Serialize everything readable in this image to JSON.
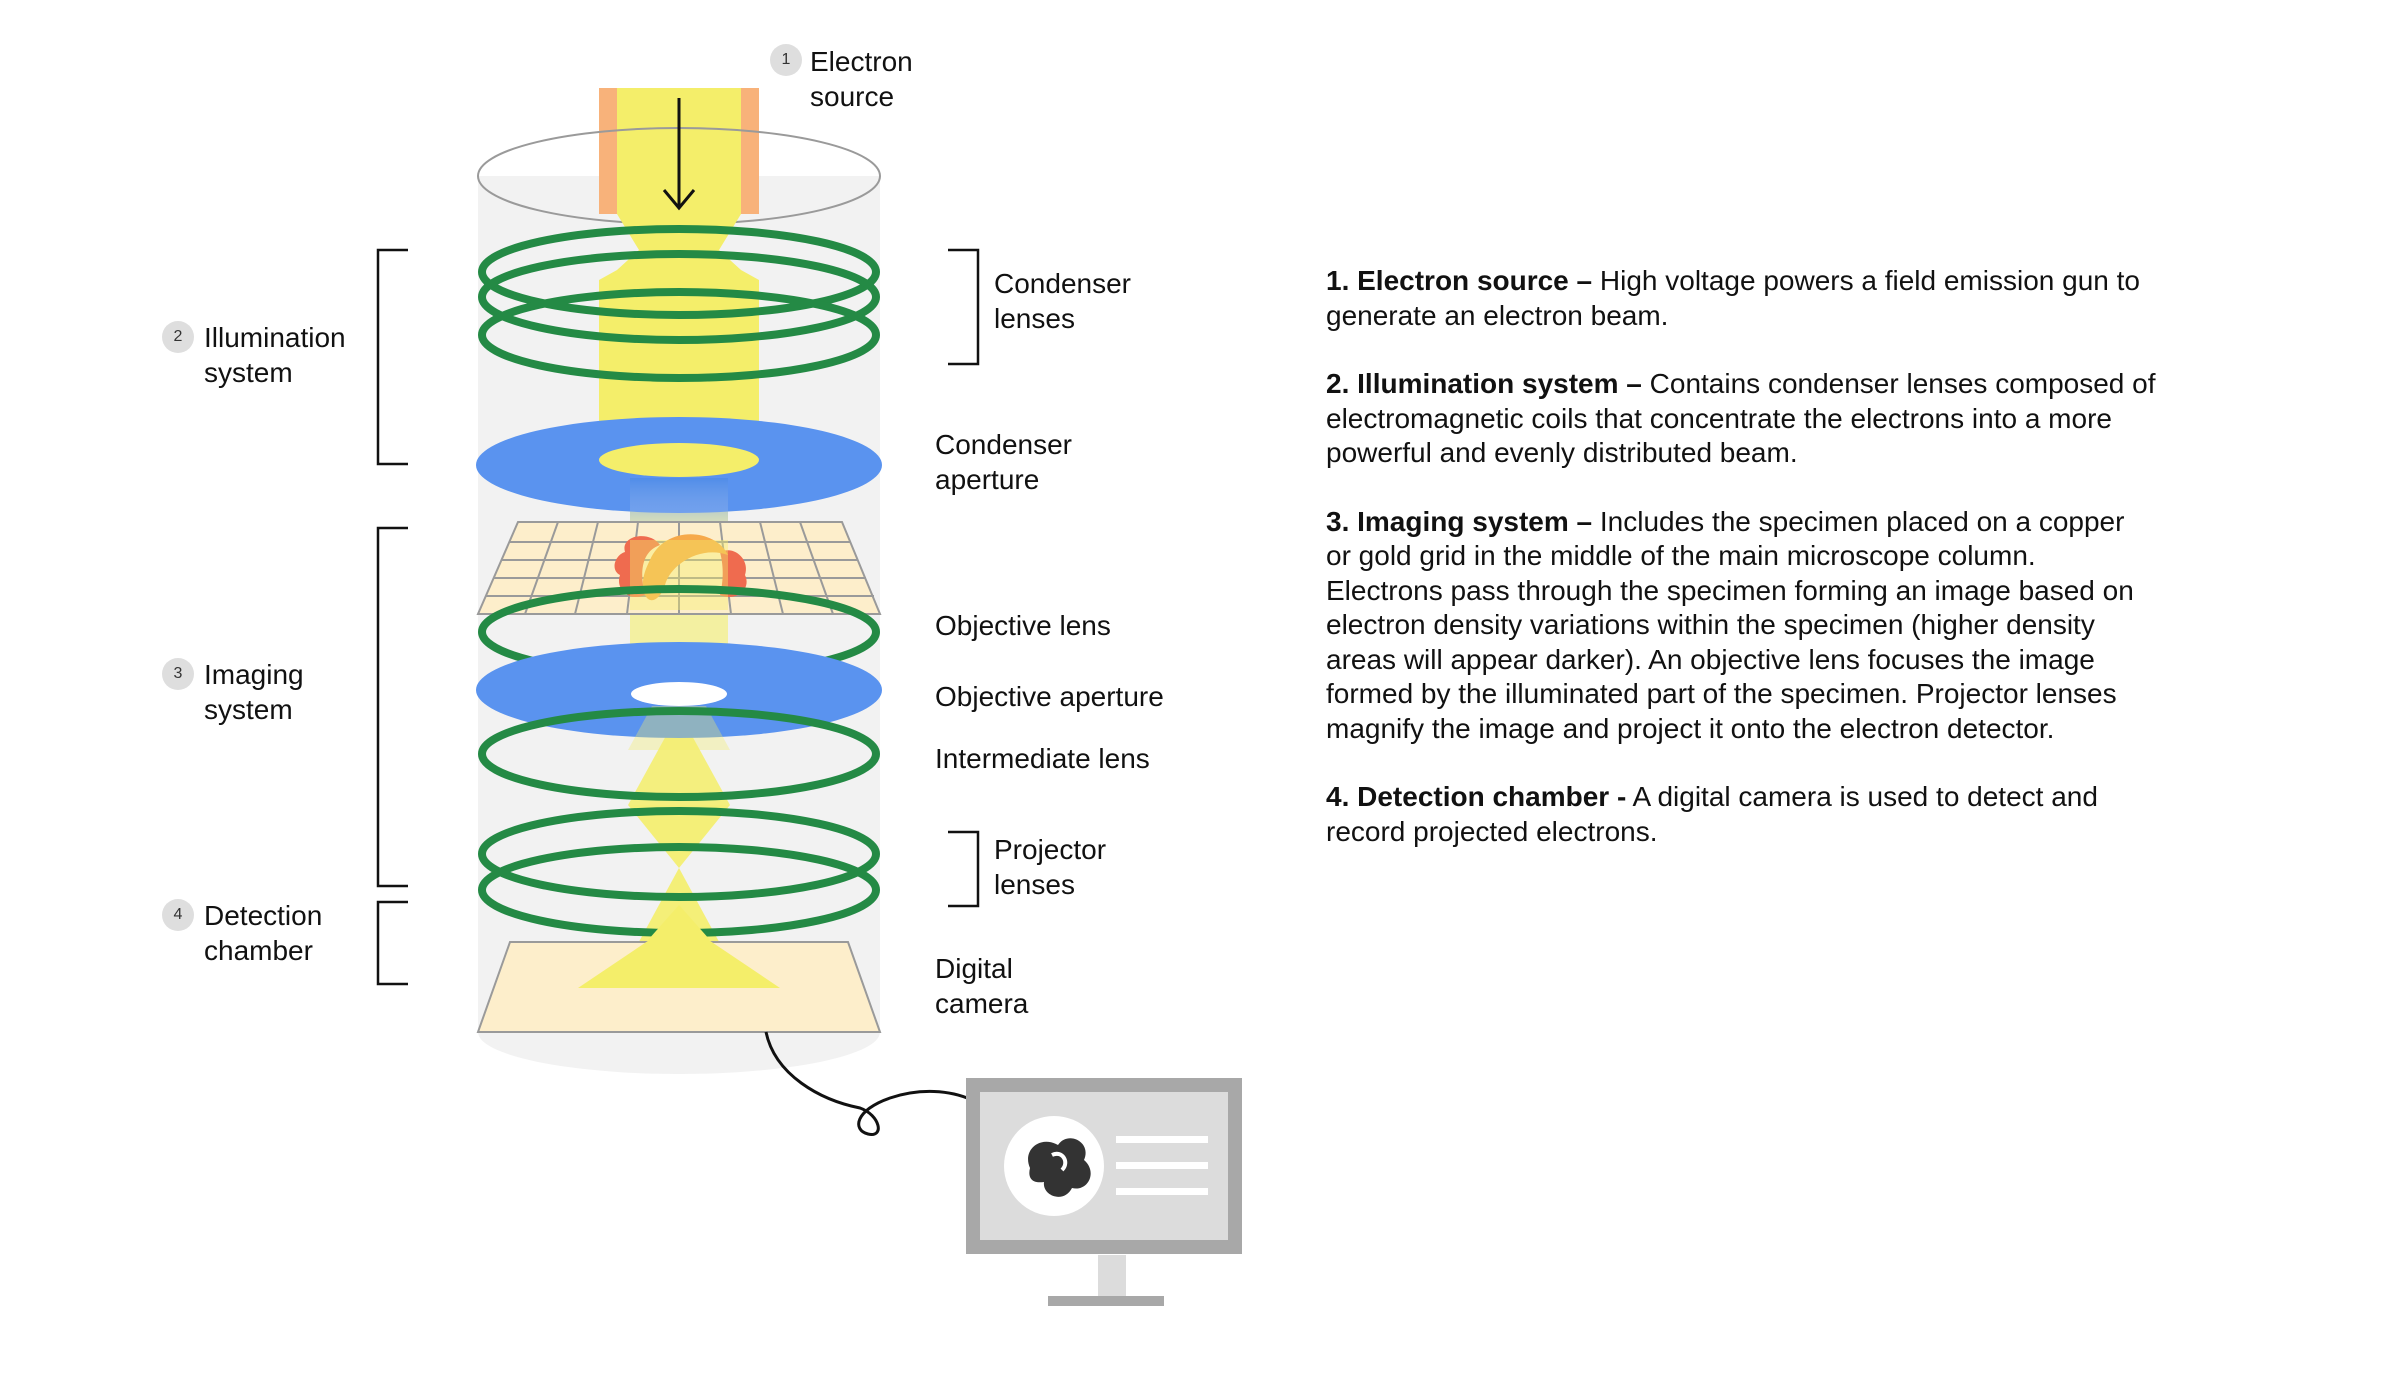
{
  "labels": {
    "electron_source": "Electron\nsource",
    "illumination_system": "Illumination\nsystem",
    "imaging_system": "Imaging\nsystem",
    "detection_chamber": "Detection\nchamber",
    "condenser_lenses": "Condenser\nlenses",
    "condenser_aperture": "Condenser\naperture",
    "objective_lens": "Objective lens",
    "objective_aperture": "Objective aperture",
    "intermediate_lens": "Intermediate lens",
    "projector_lenses": "Projector\nlenses",
    "digital_camera": "Digital\ncamera"
  },
  "badges": {
    "electron_source": "1",
    "illumination_system": "2",
    "imaging_system": "3",
    "detection_chamber": "4"
  },
  "description": [
    {
      "title": "1. Electron source –",
      "text": " High voltage powers a field emission gun to generate an electron beam."
    },
    {
      "title": "2. Illumination system –",
      "text": " Contains condenser lenses composed of electromagnetic coils that concentrate the electrons into a more powerful and evenly distributed beam."
    },
    {
      "title": "3. Imaging system –",
      "text": " Includes the specimen placed on a copper or gold grid in the middle of the main microscope column. Electrons pass through the specimen forming an image based on electron density variations within the specimen (higher density areas will appear darker). An objective lens focuses the image formed by the illuminated part of the specimen. Projector lenses magnify the image and project it onto the electron detector."
    },
    {
      "title": "4. Detection chamber -",
      "text": " A digital camera is used to detect and record projected electrons."
    }
  ],
  "colors": {
    "lens": "#248a45",
    "aperture": "#5a93ef",
    "beam": "#f4ee6a",
    "gun_outer": "#f8b27a",
    "column": "#f2f2f2",
    "grid_fill": "#fdeecb",
    "specimen": "#ef6b4f",
    "monitor_frame": "#a8a8a8",
    "monitor_screen": "#dcdcdc"
  }
}
